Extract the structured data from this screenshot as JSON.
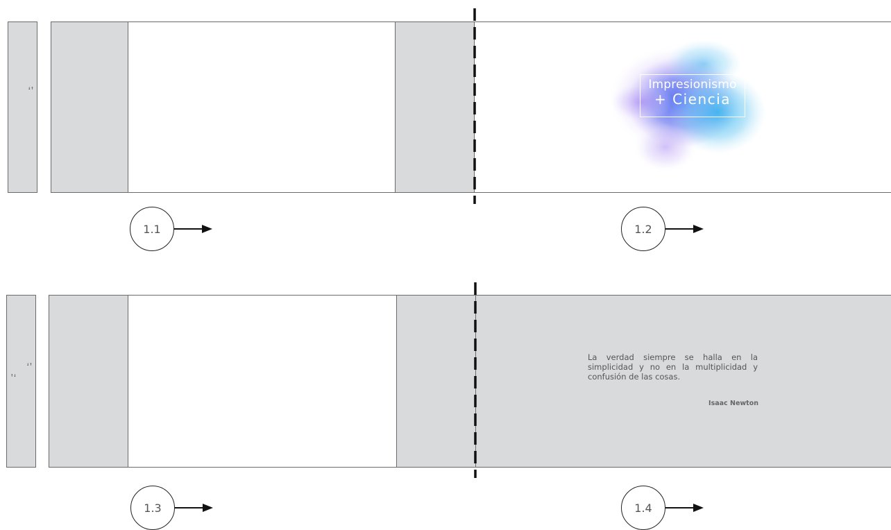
{
  "steps": [
    {
      "id": "1.1",
      "label": "1.1"
    },
    {
      "id": "1.2",
      "label": "1.2"
    },
    {
      "id": "1.3",
      "label": "1.3"
    },
    {
      "id": "1.4",
      "label": "1.4"
    }
  ],
  "cover": {
    "title_line1": "Impresionismo",
    "title_line2": "+ Ciencia"
  },
  "quote": {
    "text": "La verdad siempre se halla en la simplicidad y no en la multiplicidad y confusión de las cosas.",
    "author": "Isaac Newton"
  },
  "colors": {
    "panel_grey": "#d9dadb",
    "outline": "#6a6a6a",
    "fold_line": "#111111",
    "watercolor_blue": "#5aa9f0",
    "watercolor_violet": "#9a7cf0"
  }
}
